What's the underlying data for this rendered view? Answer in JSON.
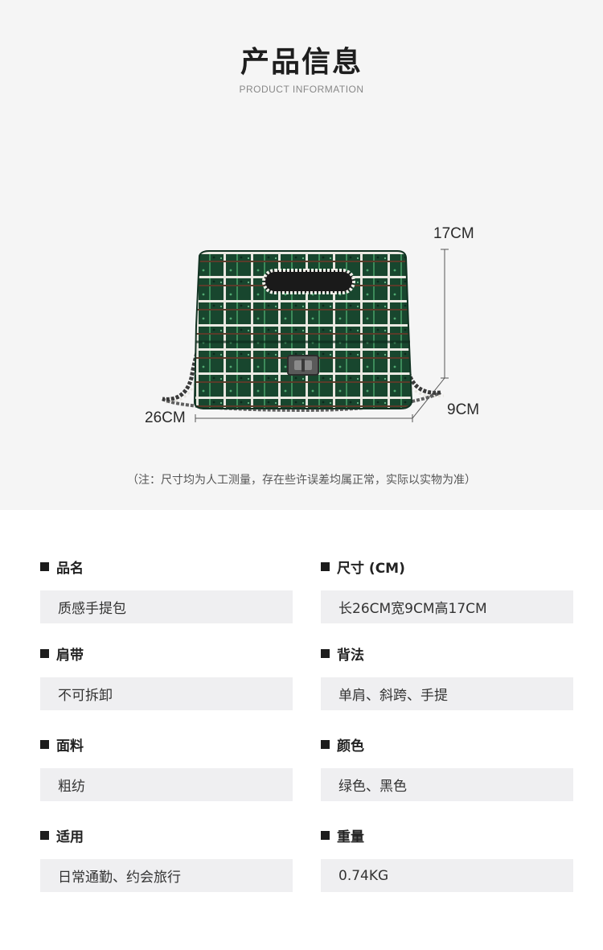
{
  "header": {
    "title": "产品信息",
    "subtitle": "PRODUCT INFORMATION"
  },
  "dimensions": {
    "height": "17CM",
    "width": "26CM",
    "depth": "9CM"
  },
  "note": "（注：尺寸均为人工测量，存在些许误差均属正常，实际以实物为准）",
  "colors": {
    "panel_bg": "#f5f5f5",
    "value_bg": "#efeff1",
    "tweed_green": "#1f5a3a"
  },
  "specs": [
    {
      "label": "品名",
      "value": "质感手提包"
    },
    {
      "label": "尺寸 (CM)",
      "value": "长26CM宽9CM高17CM"
    },
    {
      "label": "肩带",
      "value": "不可拆卸"
    },
    {
      "label": "背法",
      "value": "单肩、斜跨、手提"
    },
    {
      "label": "面料",
      "value": "粗纺"
    },
    {
      "label": "颜色",
      "value": "绿色、黑色"
    },
    {
      "label": "适用",
      "value": "日常通勤、约会旅行"
    },
    {
      "label": "重量",
      "value": "0.74KG"
    }
  ]
}
